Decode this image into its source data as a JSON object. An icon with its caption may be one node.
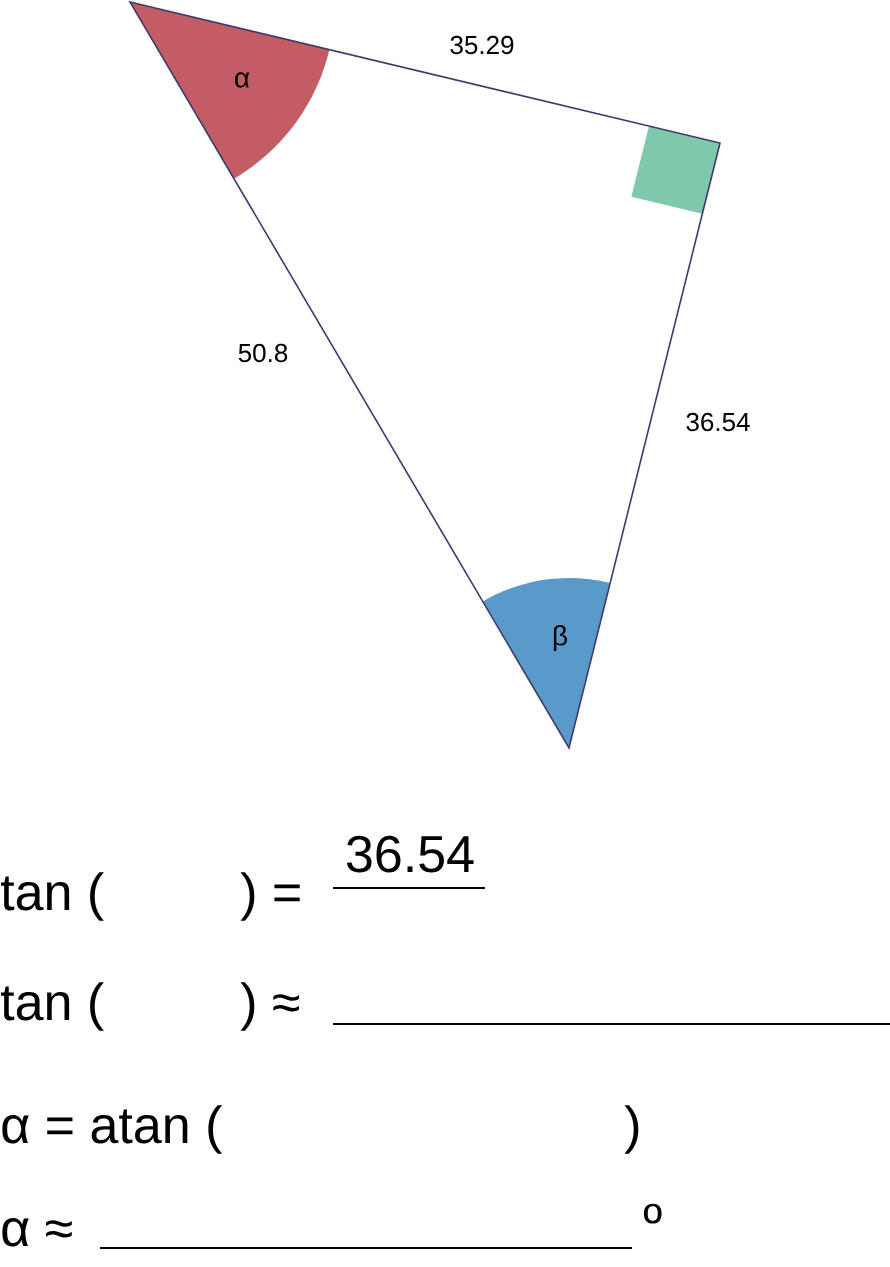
{
  "diagram": {
    "labels": [
      "35.29",
      "α",
      "50.8",
      "36.54",
      "β",
      "tan (",
      ") =",
      "36.54",
      "tan (",
      ") ≈",
      "α = atan (",
      ")",
      "α ≈",
      "º"
    ]
  }
}
